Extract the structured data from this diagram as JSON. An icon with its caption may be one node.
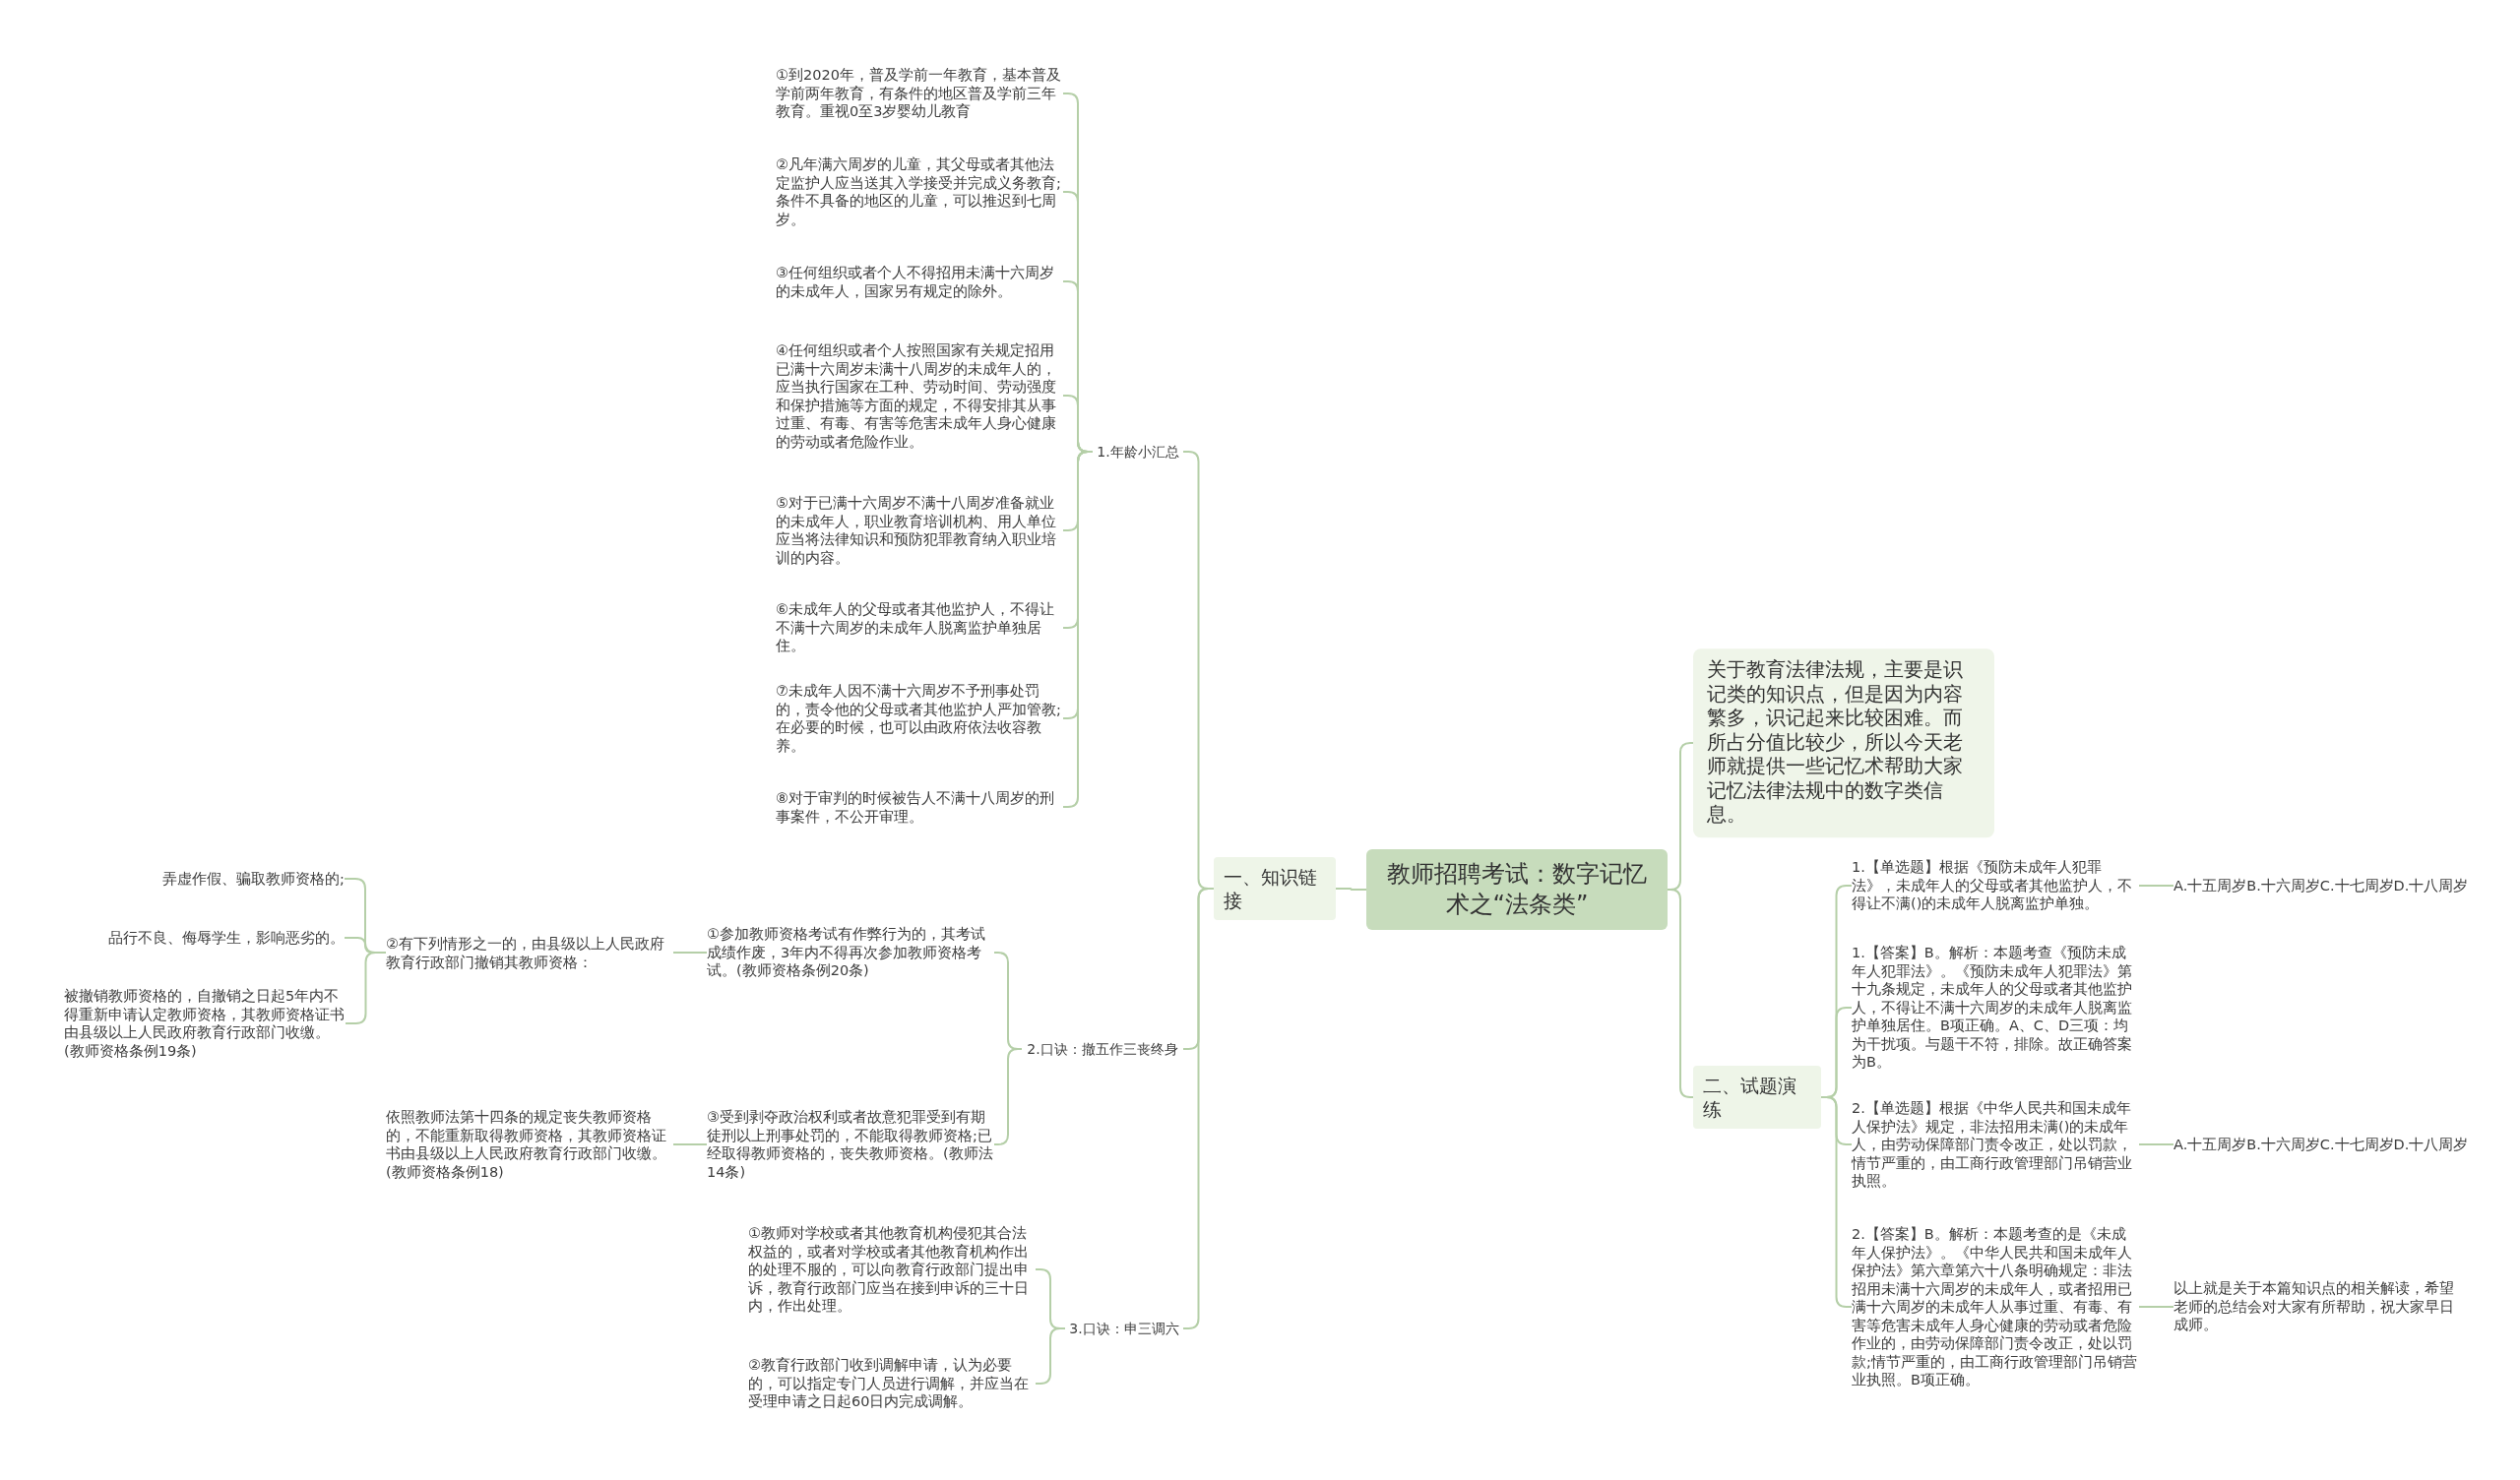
{
  "diagram": {
    "nodes": [
      {
        "text": [
          "教师招聘考试：数字记忆术之“法条类”"
        ]
      },
      {
        "text": [
          "一、知识链接"
        ]
      },
      {
        "text": [
          "1.年龄小汇总"
        ]
      },
      {
        "text": [
          "①到2020年，普及学前一年教育，基本普及学前两年教育，有条件的地区普及学前三年教育。重视0至3岁婴幼儿教育"
        ]
      },
      {
        "text": [
          "②凡年满六周岁的儿童，其父母或者其他法定监护人应当送其入学接受并完成义务教育;条件不具备的地区的儿童，可以推迟到七周岁。"
        ]
      },
      {
        "text": [
          "③任何组织或者个人不得招用未满十六周岁的未成年人，国家另有规定的除外。"
        ]
      },
      {
        "text": [
          "④任何组织或者个人按照国家有关规定招用已满十六周岁未满十八周岁的未成年人的，应当执行国家在工种、劳动时间、劳动强度和保护措施等方面的规定，不得安排其从事过重、有毒、有害等危害未成年人身心健康的劳动或者危险作业。"
        ]
      },
      {
        "text": [
          "⑤对于已满十六周岁不满十八周岁准备就业的未成年人，职业教育培训机构、用人单位应当将法律知识和预防犯罪教育纳入职业培训的内容。"
        ]
      },
      {
        "text": [
          "⑥未成年人的父母或者其他监护人，不得让不满十六周岁的未成年人脱离监护单独居住。"
        ]
      },
      {
        "text": [
          "⑦未成年人因不满十六周岁不予刑事处罚的，责令他的父母或者其他监护人严加管教;在必要的时候，也可以由政府依法收容教养。"
        ]
      },
      {
        "text": [
          "⑧对于审判的时候被告人不满十八周岁的刑事案件，不公开审理。"
        ]
      },
      {
        "text": [
          "2.口诀：撤五作三丧终身"
        ]
      },
      {
        "text": [
          "①参加教师资格考试有作弊行为的，其考试成绩作废，3年内不得再次参加教师资格考试。(教师资格条例20条)"
        ]
      },
      {
        "text": [
          "②有下列情形之一的，由县级以上人民政府教育行政部门撤销其教师资格："
        ]
      },
      {
        "text": [
          "弄虚作假、骗取教师资格的;"
        ]
      },
      {
        "text": [
          "品行不良、侮辱学生，影响恶劣的。"
        ]
      },
      {
        "text": [
          "被撤销教师资格的，自撤销之日起5年内不得重新申请认定教师资格，其教师资格证书由县级以上人民政府教育行政部门收缴。(教师资格条例19条)"
        ]
      },
      {
        "text": [
          "③受到剥夺政治权利或者故意犯罪受到有期徒刑以上刑事处罚的，不能取得教师资格;已经取得教师资格的，丧失教师资格。(教师法14条)"
        ]
      },
      {
        "text": [
          "依照教师法第十四条的规定丧失教师资格的，不能重新取得教师资格，其教师资格证书由县级以上人民政府教育行政部门收缴。(教师资格条例18)"
        ]
      },
      {
        "text": [
          "3.口诀：申三调六"
        ]
      },
      {
        "text": [
          "①教师对学校或者其他教育机构侵犯其合法权益的，或者对学校或者其他教育机构作出的处理不服的，可以向教育行政部门提出申诉，教育行政部门应当在接到申诉的三十日内，作出处理。"
        ]
      },
      {
        "text": [
          "②教育行政部门收到调解申请，认为必要的，可以指定专门人员进行调解，并应当在受理申请之日起60日内完成调解。"
        ]
      },
      {
        "text": [
          "关于教育法律法规，主要是识记类的知识点，但是因为内容繁多，识记起来比较困难。而所占分值比较少，所以今天老师就提供一些记忆术帮助大家记忆法律法规中的数字类信息。"
        ]
      },
      {
        "text": [
          "二、试题演练"
        ]
      },
      {
        "text": [
          "1.【单选题】根据《预防未成年人犯罪法》，未成年人的父母或者其他监护人，不得让不满()的未成年人脱离监护单独。"
        ]
      },
      {
        "text": [
          "A.十五周岁B.十六周岁C.十七周岁D.十八周岁"
        ]
      },
      {
        "text": [
          "1.【答案】B。解析：本题考查《预防未成年人犯罪法》。《预防未成年人犯罪法》第十九条规定，未成年人的父母或者其他监护人，不得让不满十六周岁的未成年人脱离监护单独居住。B项正确。A、C、D三项：均为干扰项。与题干不符，排除。故正确答案为B。"
        ]
      },
      {
        "text": [
          "2.【单选题】根据《中华人民共和国未成年人保护法》规定，非法招用未满()的未成年人，由劳动保障部门责令改正，处以罚款，情节严重的，由工商行政管理部门吊销营业执照。"
        ]
      },
      {
        "text": [
          "A.十五周岁B.十六周岁C.十七周岁D.十八周岁"
        ]
      },
      {
        "text": [
          "2.【答案】B。解析：本题考查的是《未成年人保护法》。《中华人民共和国未成年人保护法》第六章第六十八条明确规定：非法招用未满十六周岁的未成年人，或者招用已满十六周岁的未成年人从事过重、有毒、有害等危害未成年人身心健康的劳动或者危险作业的，由劳动保障部门责令改正，处以罚款;情节严重的，由工商行政管理部门吊销营业执照。B项正确。"
        ]
      },
      {
        "text": [
          "以上就是关于本篇知识点的相关解读，希望老师的总结会对大家有所帮助，祝大家早日成师。"
        ]
      }
    ],
    "edges": [
      {
        "from": 0,
        "to": 1,
        "arrow": "none"
      },
      {
        "from": 1,
        "to": 2,
        "arrow": "none"
      },
      {
        "from": 2,
        "to": 3,
        "arrow": "none"
      },
      {
        "from": 2,
        "to": 4,
        "arrow": "none"
      },
      {
        "from": 2,
        "to": 5,
        "arrow": "none"
      },
      {
        "from": 2,
        "to": 6,
        "arrow": "none"
      },
      {
        "from": 2,
        "to": 7,
        "arrow": "none"
      },
      {
        "from": 2,
        "to": 8,
        "arrow": "none"
      },
      {
        "from": 2,
        "to": 9,
        "arrow": "none"
      },
      {
        "from": 2,
        "to": 10,
        "arrow": "none"
      },
      {
        "from": 1,
        "to": 11,
        "arrow": "none"
      },
      {
        "from": 11,
        "to": 12,
        "arrow": "none"
      },
      {
        "from": 12,
        "to": 13,
        "arrow": "none"
      },
      {
        "from": 13,
        "to": 14,
        "arrow": "none"
      },
      {
        "from": 13,
        "to": 15,
        "arrow": "none"
      },
      {
        "from": 13,
        "to": 16,
        "arrow": "none"
      },
      {
        "from": 11,
        "to": 17,
        "arrow": "none"
      },
      {
        "from": 17,
        "to": 18,
        "arrow": "none"
      },
      {
        "from": 1,
        "to": 19,
        "arrow": "none"
      },
      {
        "from": 19,
        "to": 20,
        "arrow": "none"
      },
      {
        "from": 19,
        "to": 21,
        "arrow": "none"
      },
      {
        "from": 0,
        "to": 22,
        "arrow": "none"
      },
      {
        "from": 0,
        "to": 23,
        "arrow": "none"
      },
      {
        "from": 23,
        "to": 24,
        "arrow": "none"
      },
      {
        "from": 24,
        "to": 25,
        "arrow": "none"
      },
      {
        "from": 23,
        "to": 26,
        "arrow": "none"
      },
      {
        "from": 23,
        "to": 27,
        "arrow": "none"
      },
      {
        "from": 27,
        "to": 28,
        "arrow": "none"
      },
      {
        "from": 23,
        "to": 29,
        "arrow": "none"
      },
      {
        "from": 29,
        "to": 30,
        "arrow": "none"
      }
    ]
  }
}
